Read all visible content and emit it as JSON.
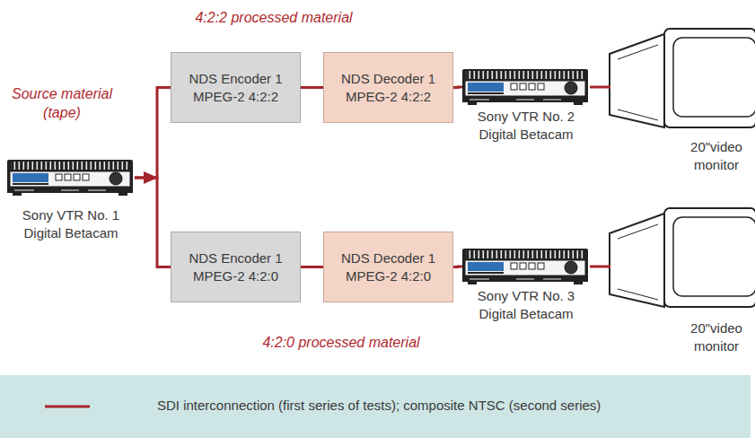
{
  "diagram": {
    "nodes": [
      {
        "text": [
          "Sony VTR No. 1 Digital Betacam"
        ]
      },
      {
        "text": [
          "NDS Encoder 1 MPEG-2 4:2:2"
        ]
      },
      {
        "text": [
          "NDS Decoder 1 MPEG-2 4:2:2"
        ]
      },
      {
        "text": [
          "Sony VTR No. 2 Digital Betacam"
        ]
      },
      {
        "text": [
          "20\"video monitor"
        ]
      },
      {
        "text": [
          "NDS Encoder 1 MPEG-2 4:2:0"
        ]
      },
      {
        "text": [
          "NDS Decoder 1 MPEG-2 4:2:0"
        ]
      },
      {
        "text": [
          "Sony VTR No. 3 Digital Betacam"
        ]
      },
      {
        "text": [
          "20\"video monitor"
        ]
      }
    ],
    "edges": [
      {
        "from": 0,
        "to": 1,
        "arrow": "none"
      },
      {
        "from": 1,
        "to": 2,
        "arrow": "none"
      },
      {
        "from": 2,
        "to": 3,
        "arrow": "none"
      },
      {
        "from": 3,
        "to": 4,
        "arrow": "none"
      },
      {
        "from": 0,
        "to": 5,
        "arrow": "none"
      },
      {
        "from": 5,
        "to": 6,
        "arrow": "none"
      },
      {
        "from": 6,
        "to": 7,
        "arrow": "none"
      },
      {
        "from": 7,
        "to": 8,
        "arrow": "none"
      }
    ],
    "labels": [
      "4:2:2 processed material",
      "Source material (tape)",
      "4:2:0 processed material"
    ],
    "legend": [
      {
        "text": "SDI interconnection (first series of tests); composite NTSC (second series)"
      }
    ]
  }
}
